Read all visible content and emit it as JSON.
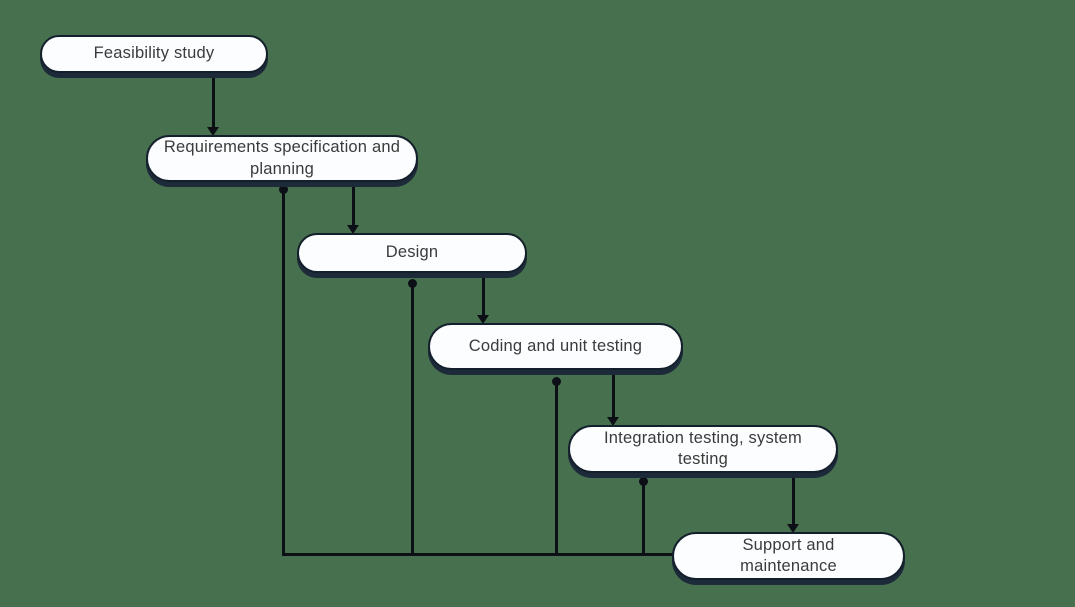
{
  "diagram": {
    "type": "flowchart",
    "model": "waterfall",
    "colors": {
      "background": "#47714e",
      "node_fill": "#fbfdfe",
      "node_border": "#141f2c",
      "node_shadow": "#1d2a39",
      "line": "#0c1016",
      "text": "#3b3b3b"
    },
    "nodes": [
      {
        "id": "feasibility",
        "label": "Feasibility study"
      },
      {
        "id": "requirements",
        "label": "Requirements specification and planning"
      },
      {
        "id": "design",
        "label": "Design"
      },
      {
        "id": "coding",
        "label": "Coding and unit testing"
      },
      {
        "id": "integration",
        "label": "Integration testing, system testing"
      },
      {
        "id": "support",
        "label": "Support and maintenance"
      }
    ],
    "edges": [
      {
        "from": "feasibility",
        "to": "requirements",
        "type": "forward",
        "arrow": "down"
      },
      {
        "from": "requirements",
        "to": "design",
        "type": "forward",
        "arrow": "down"
      },
      {
        "from": "design",
        "to": "coding",
        "type": "forward",
        "arrow": "down"
      },
      {
        "from": "coding",
        "to": "integration",
        "type": "forward",
        "arrow": "down"
      },
      {
        "from": "integration",
        "to": "support",
        "type": "forward",
        "arrow": "down"
      },
      {
        "from": "support",
        "to": "requirements",
        "type": "feedback",
        "arrow": "up-dot"
      },
      {
        "from": "support",
        "to": "design",
        "type": "feedback",
        "arrow": "up-dot"
      },
      {
        "from": "support",
        "to": "coding",
        "type": "feedback",
        "arrow": "up-dot"
      },
      {
        "from": "support",
        "to": "integration",
        "type": "feedback",
        "arrow": "up-dot"
      }
    ]
  }
}
